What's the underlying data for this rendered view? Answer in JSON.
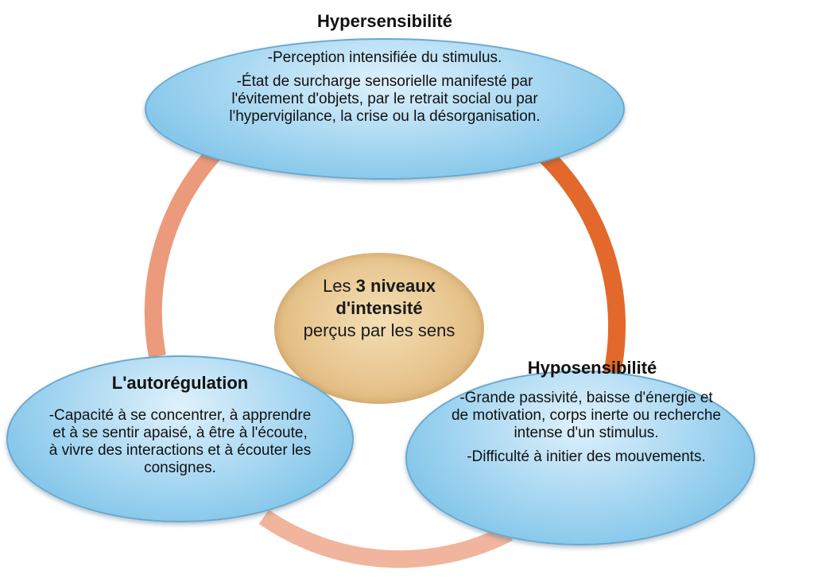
{
  "diagram": {
    "center": {
      "prefix": "Les ",
      "bold": "3 niveaux d'intensité",
      "suffix": "perçus par les sens"
    },
    "nodes": [
      {
        "id": "top",
        "title": "Hypersensibilité",
        "items": [
          "-Perception intensifiée du stimulus.",
          "-État de surcharge sensorielle manifesté par l'évitement d'objets, par le retrait social ou par l'hypervigilance, la crise ou la désorganisation."
        ]
      },
      {
        "id": "right",
        "title": "Hyposensibilité",
        "items": [
          "-Grande passivité, baisse d'énergie et de motivation, corps inerte ou recherche intense d'un stimulus.",
          "-Difficulté à initier des mouvements."
        ]
      },
      {
        "id": "left",
        "title": "L'autorégulation",
        "items": [
          "-Capacité à se concentrer, à apprendre et à se sentir apaisé, à être à l'écoute, à vivre des interactions et à écouter les consignes."
        ]
      }
    ],
    "colors": {
      "node_fill": "#a9d8f2",
      "node_border": "#6aa9cf",
      "center_fill": "#e7c48d",
      "arc_right": "#e2692b",
      "arc_left": "#eb9a7b",
      "arc_bottom": "#f0b59c"
    }
  }
}
